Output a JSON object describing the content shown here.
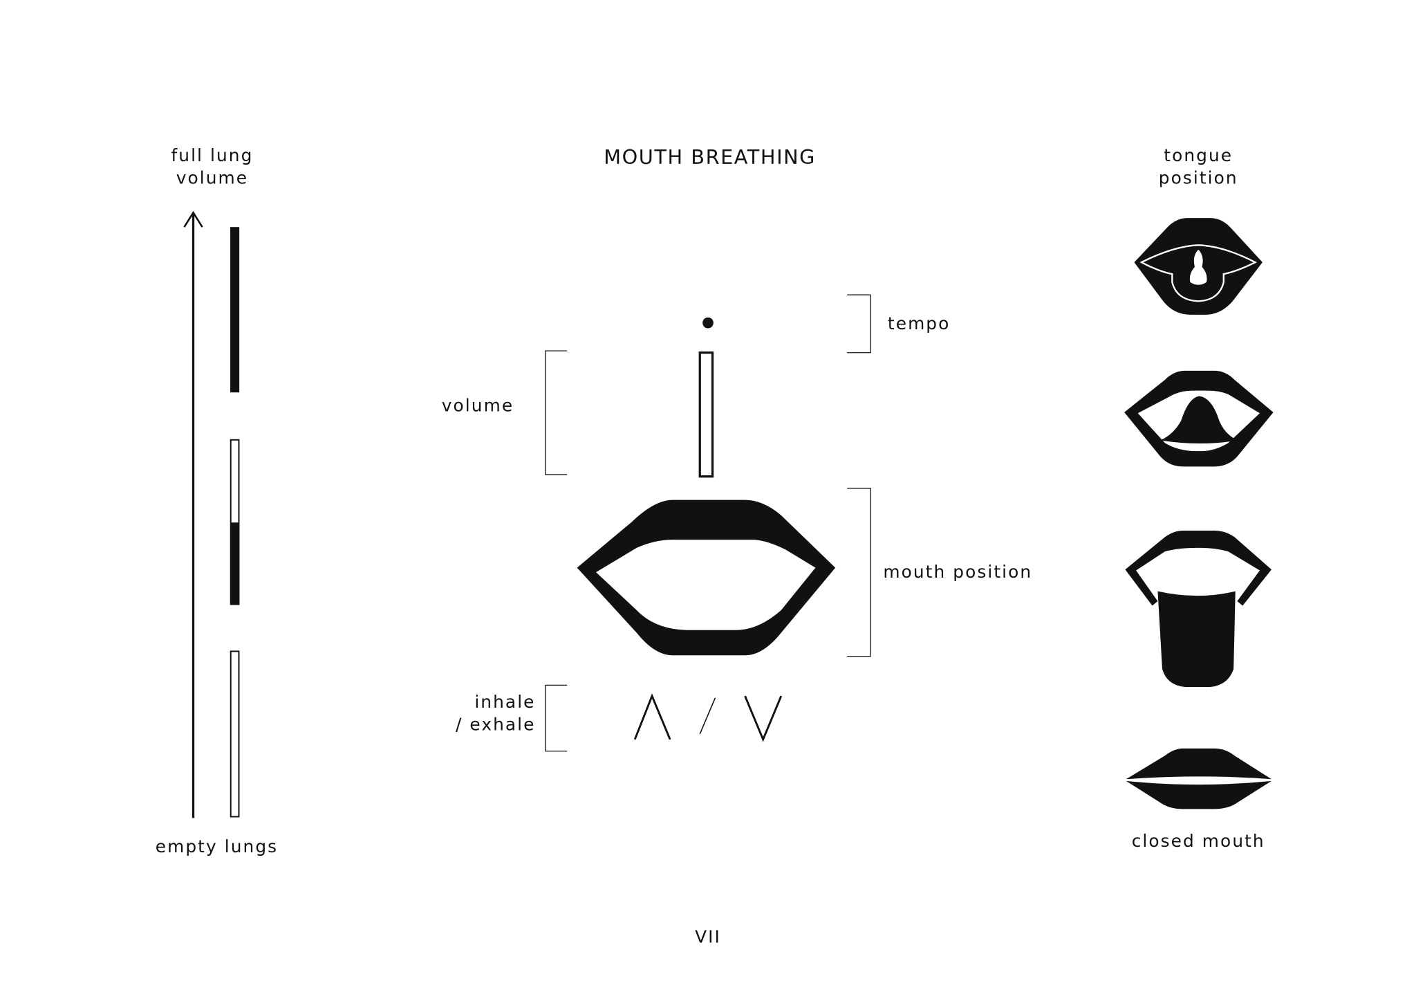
{
  "title": "MOUTH BREATHING",
  "lung_scale": {
    "top_label_line1": "full lung",
    "top_label_line2": "volume",
    "bottom_label": "empty lungs",
    "levels": [
      {
        "name": "full",
        "fill_fraction": 1.0
      },
      {
        "name": "half",
        "fill_fraction": 0.5
      },
      {
        "name": "empty",
        "fill_fraction": 0.0
      }
    ]
  },
  "legend": {
    "tempo": "tempo",
    "volume": "volume",
    "mouth_position": "mouth position",
    "inhale_line1": "inhale",
    "inhale_line2": "/ exhale",
    "inhale_symbol": "∧",
    "separator": "/",
    "exhale_symbol": "∨",
    "volume_fill_fraction": 0.0
  },
  "tongue": {
    "header_line1": "tongue",
    "header_line2": "position",
    "closed_label": "closed mouth"
  },
  "page_number": "VII",
  "colors": {
    "ink": "#111111",
    "paper": "#ffffff"
  }
}
